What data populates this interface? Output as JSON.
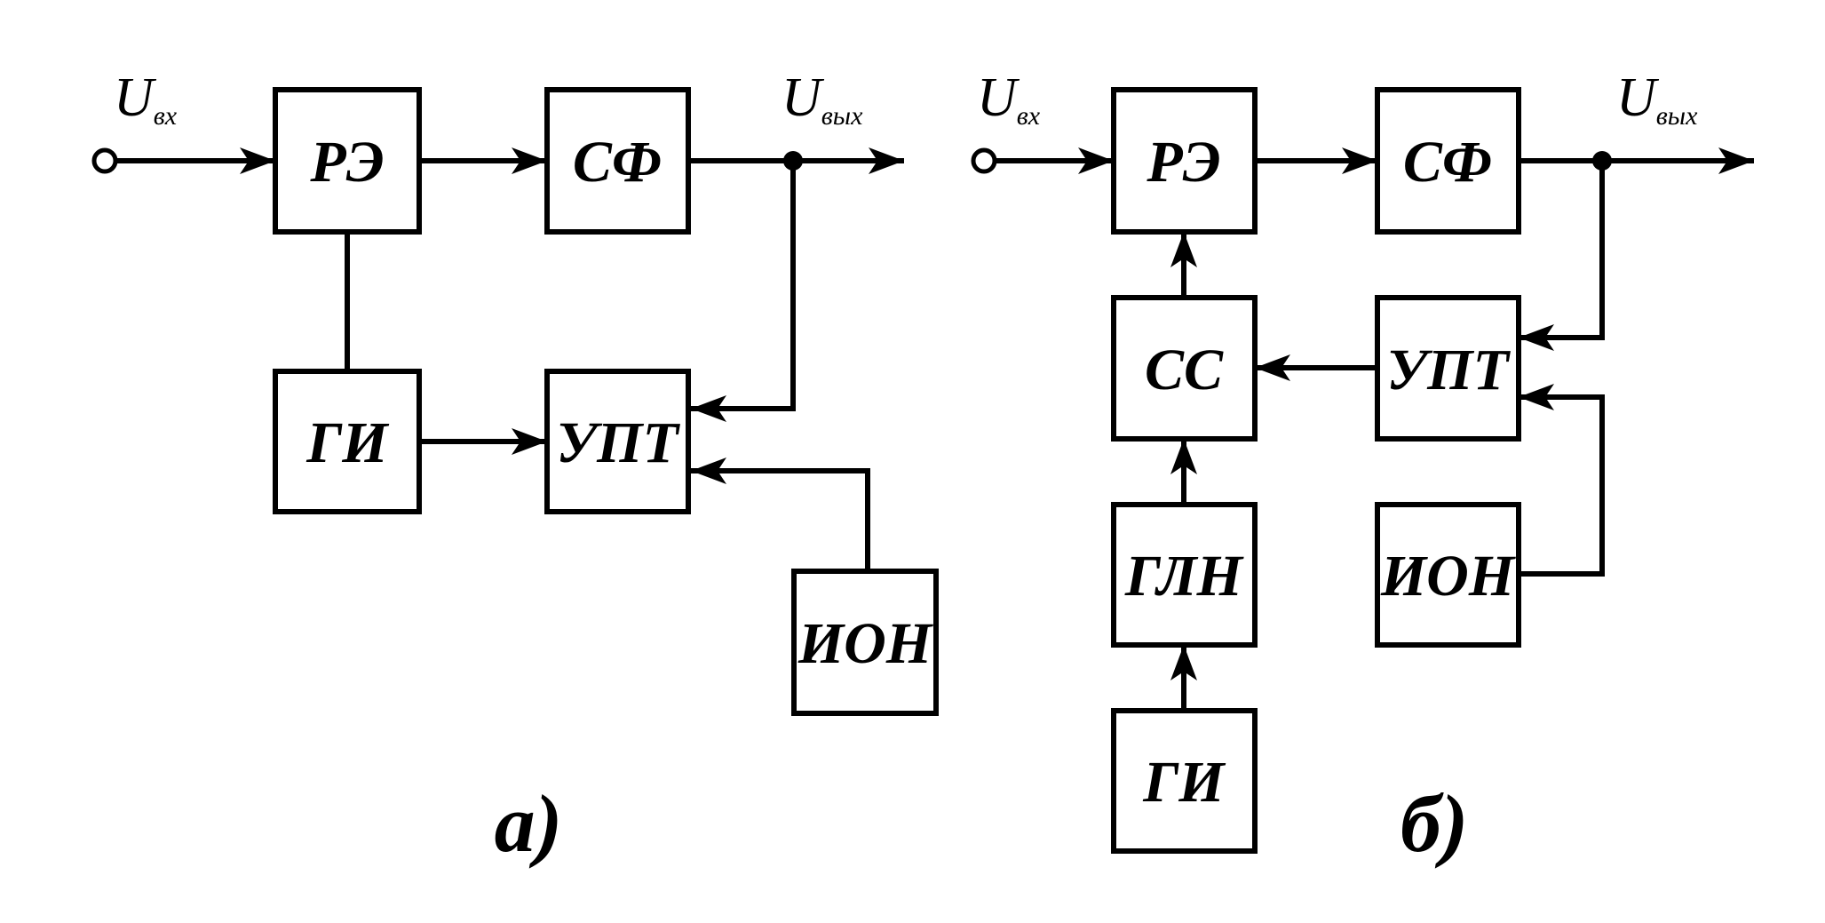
{
  "diagram_a": {
    "caption": "а)",
    "input": {
      "symbol": "U",
      "subscript": "вх"
    },
    "output": {
      "symbol": "U",
      "subscript": "вых"
    },
    "blocks": {
      "re": "РЭ",
      "sf": "СФ",
      "gi": "ГИ",
      "upt": "УПТ",
      "ion": "ИОН"
    }
  },
  "diagram_b": {
    "caption": "б)",
    "input": {
      "symbol": "U",
      "subscript": "вх"
    },
    "output": {
      "symbol": "U",
      "subscript": "вых"
    },
    "blocks": {
      "re": "РЭ",
      "sf": "СФ",
      "ss": "СС",
      "upt": "УПТ",
      "gln": "ГЛН",
      "ion": "ИОН",
      "gi": "ГИ"
    }
  },
  "colors": {
    "ink": "#000000",
    "background": "#ffffff"
  }
}
